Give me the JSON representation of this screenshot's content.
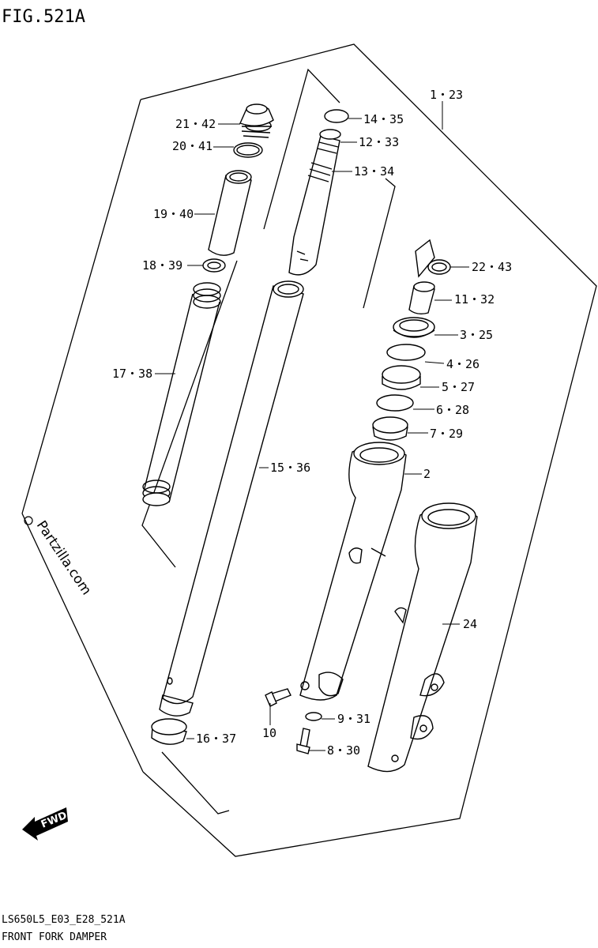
{
  "figure": {
    "title": "FIG.521A",
    "code": "LS650L5_E03_E28_521A",
    "caption": "FRONT FORK DAMPER",
    "watermark": "Partzilla.com",
    "fwd_label": "FWD"
  },
  "callouts": {
    "c_1_23": "1・23",
    "c_14_35": "14・35",
    "c_21_42": "21・42",
    "c_12_33": "12・33",
    "c_20_41": "20・41",
    "c_13_34": "13・34",
    "c_19_40": "19・40",
    "c_22_43": "22・43",
    "c_18_39": "18・39",
    "c_11_32": "11・32",
    "c_3_25": "3・25",
    "c_4_26": "4・26",
    "c_17_38": "17・38",
    "c_5_27": "5・27",
    "c_6_28": "6・28",
    "c_7_29": "7・29",
    "c_15_36": "15・36",
    "c_2": "2",
    "c_24": "24",
    "c_9_31": "9・31",
    "c_10": "10",
    "c_16_37": "16・37",
    "c_8_30": "8・30"
  }
}
